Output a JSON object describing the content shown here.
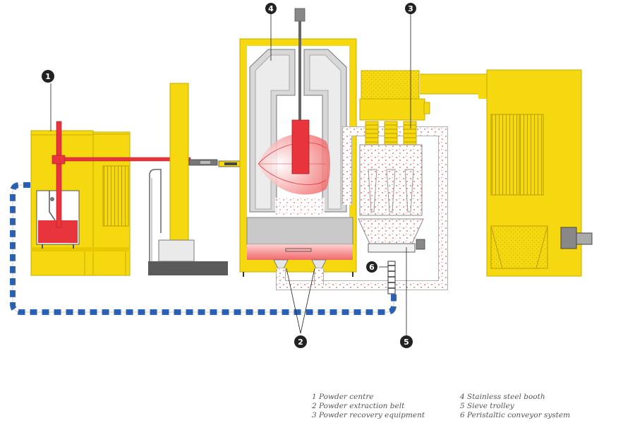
{
  "callouts": {
    "c1": "1",
    "c2": "2",
    "c3": "3",
    "c4": "4",
    "c5": "5",
    "c6": "6"
  },
  "legend": {
    "items": [
      "1 Powder centre",
      "2 Powder extraction belt",
      "3 Powder recovery equipment",
      "4 Stainless steel booth",
      "5 Sieve trolley",
      "6 Peristaltic conveyor system"
    ]
  },
  "colors": {
    "yellow": "#f5d80f",
    "yellow_dark": "#c9ae00",
    "red": "#e8343c",
    "blue": "#2b63b8",
    "gray_booth": "#d8d8d8",
    "gray_dark": "#5a5a5a",
    "powder_dot": "#e05555"
  }
}
